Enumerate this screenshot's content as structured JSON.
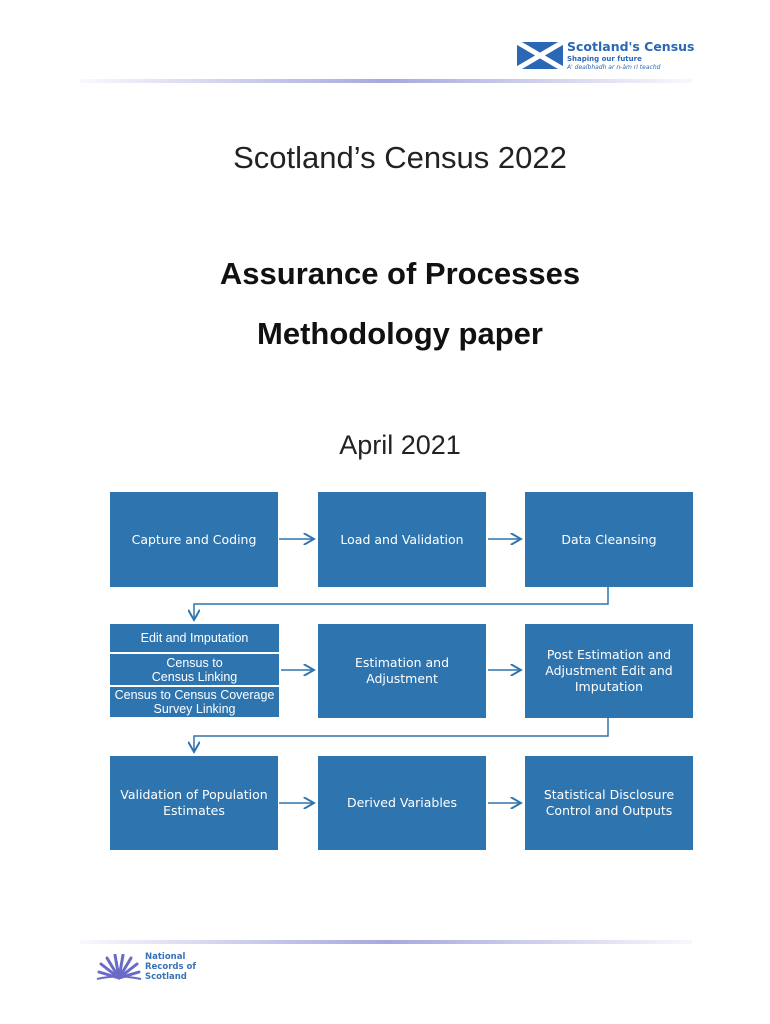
{
  "header_logo": {
    "name": "Scotland's Census",
    "tagline": "Shaping our future",
    "gaelic": "A' dealbhadh ar n-àm ri teachd"
  },
  "title": "Scotland’s Census 2022",
  "subtitle_1": "Assurance of Processes",
  "subtitle_2": "Methodology paper",
  "date": "April 2021",
  "diagram": {
    "row1": [
      "Capture and Coding",
      "Load and Validation",
      "Data Cleansing"
    ],
    "row2_left": [
      "Edit and Imputation",
      "Census to Census Linking",
      "Census to Census Coverage Survey Linking"
    ],
    "row2": [
      "Estimation and Adjustment",
      "Post Estimation and Adjustment Edit and Imputation"
    ],
    "row3": [
      "Validation of Population Estimates",
      "Derived Variables",
      "Statistical Disclosure Control and Outputs"
    ],
    "color": "#2E75B0"
  },
  "footer_logo": {
    "name": "National Records of Scotland"
  }
}
